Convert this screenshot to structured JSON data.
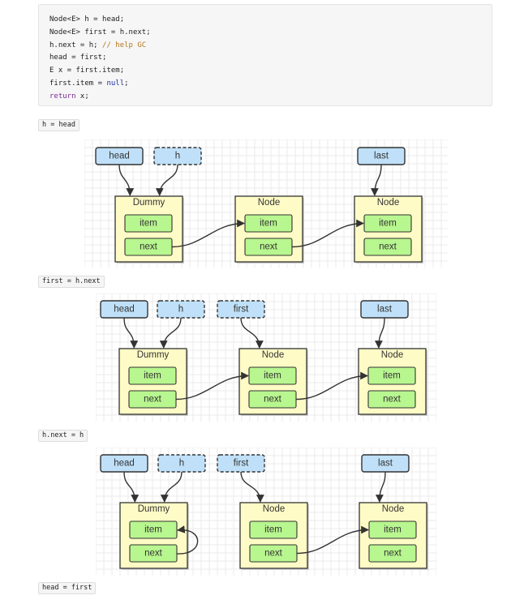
{
  "code": [
    [
      {
        "t": "Node<E> h = head;"
      }
    ],
    [
      {
        "t": "Node<E> first = h.next;"
      }
    ],
    [
      {
        "t": "h.next = h; "
      },
      {
        "t": "// help GC",
        "c": "comment"
      }
    ],
    [
      {
        "t": "head = first;"
      }
    ],
    [
      {
        "t": "E x = first.item;"
      }
    ],
    [
      {
        "t": "first.item = "
      },
      {
        "t": "null",
        "c": "literal"
      },
      {
        "t": ";"
      }
    ],
    [
      {
        "t": "return",
        "c": "keyword"
      },
      {
        "t": " x;"
      }
    ]
  ],
  "steps": [
    {
      "label": "h = head"
    },
    {
      "label": "first = h.next"
    },
    {
      "label": "h.next = h"
    },
    {
      "label": "head = first"
    }
  ],
  "colors": {
    "pointer_fill": "#bfe0f8",
    "node_fill": "#fffbc6",
    "field_fill": "#b8f68f",
    "stroke": "#333333"
  },
  "diagrams": [
    {
      "pointers": [
        {
          "id": "head",
          "label": "head",
          "dashed": false
        },
        {
          "id": "h",
          "label": "h",
          "dashed": true
        },
        {
          "id": "last",
          "label": "last",
          "dashed": false
        }
      ],
      "nodes": [
        {
          "id": "n0",
          "title": "Dummy",
          "fields": [
            "item",
            "next"
          ]
        },
        {
          "id": "n1",
          "title": "Node",
          "fields": [
            "item",
            "next"
          ]
        },
        {
          "id": "n2",
          "title": "Node",
          "fields": [
            "item",
            "next"
          ]
        }
      ]
    },
    {
      "pointers": [
        {
          "id": "head",
          "label": "head",
          "dashed": false
        },
        {
          "id": "h",
          "label": "h",
          "dashed": true
        },
        {
          "id": "first",
          "label": "first",
          "dashed": true
        },
        {
          "id": "last",
          "label": "last",
          "dashed": false
        }
      ],
      "nodes": [
        {
          "id": "n0",
          "title": "Dummy",
          "fields": [
            "item",
            "next"
          ]
        },
        {
          "id": "n1",
          "title": "Node",
          "fields": [
            "item",
            "next"
          ]
        },
        {
          "id": "n2",
          "title": "Node",
          "fields": [
            "item",
            "next"
          ]
        }
      ]
    },
    {
      "pointers": [
        {
          "id": "head",
          "label": "head",
          "dashed": false
        },
        {
          "id": "h",
          "label": "h",
          "dashed": true
        },
        {
          "id": "first",
          "label": "first",
          "dashed": true
        },
        {
          "id": "last",
          "label": "last",
          "dashed": false
        }
      ],
      "nodes": [
        {
          "id": "n0",
          "title": "Dummy",
          "fields": [
            "item",
            "next"
          ]
        },
        {
          "id": "n1",
          "title": "Node",
          "fields": [
            "item",
            "next"
          ]
        },
        {
          "id": "n2",
          "title": "Node",
          "fields": [
            "item",
            "next"
          ]
        }
      ]
    }
  ]
}
